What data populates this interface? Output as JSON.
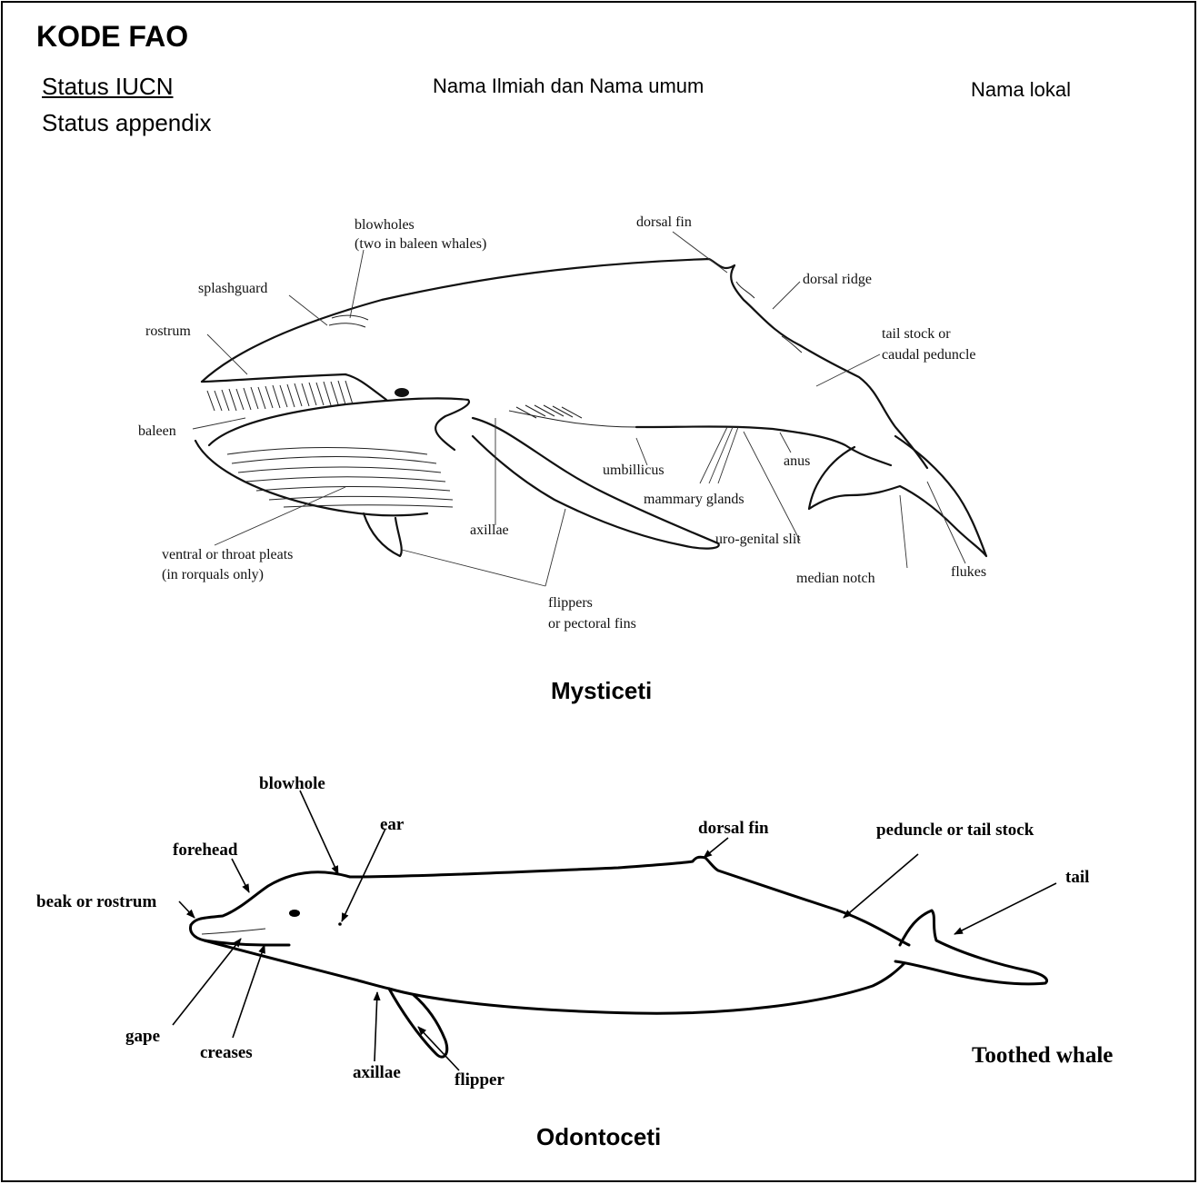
{
  "header": {
    "kode_fao": "KODE FAO",
    "status_iucn": "Status IUCN",
    "status_appendix": "Status appendix",
    "nama_ilmiah": "Nama Ilmiah dan Nama umum",
    "nama_lokal": "Nama lokal"
  },
  "mysticeti": {
    "caption": "Mysticeti",
    "labels": {
      "blowholes_1": "blowholes",
      "blowholes_2": "(two in baleen whales)",
      "dorsal_fin": "dorsal fin",
      "splashguard": "splashguard",
      "dorsal_ridge": "dorsal  ridge",
      "rostrum": "rostrum",
      "tail_stock_1": "tail stock or",
      "tail_stock_2": "caudal peduncle",
      "baleen": "baleen",
      "anus": "anus",
      "umbillicus": "umbillicus",
      "mammary_glands": "mammary glands",
      "axillae": "axillae",
      "uro_genital_slit": "uro-genital slit",
      "ventral_pleats_1": "ventral or throat pleats",
      "ventral_pleats_2": "(in rorquals only)",
      "median_notch": "median notch",
      "flukes": "flukes",
      "flippers_1": "flippers",
      "flippers_2": "or pectoral fins"
    }
  },
  "odontoceti": {
    "caption": "Odontoceti",
    "title": "Toothed whale",
    "labels": {
      "blowhole": "blowhole",
      "ear": "ear",
      "forehead": "forehead",
      "dorsal_fin": "dorsal fin",
      "peduncle": "peduncle or tail stock",
      "tail": "tail",
      "beak": "beak or rostrum",
      "gape": "gape",
      "creases": "creases",
      "axillae": "axillae",
      "flipper": "flipper"
    }
  }
}
